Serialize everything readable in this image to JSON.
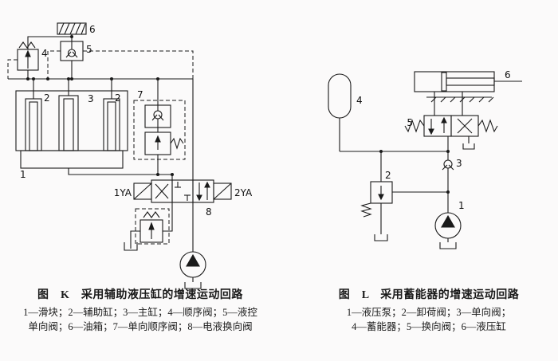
{
  "figure_k": {
    "title": "图　K　采用辅助液压缸的增速运动回路",
    "legend_line1": "1—滑块；2—辅助缸；3—主缸；4—顺序阀；5—液控",
    "legend_line2": "单向阀；6—油箱；7—单向顺序阀；8—电液换向阀",
    "labels": {
      "tank": "6",
      "pilot_check": "5",
      "sequence": "4",
      "aux_left": "2",
      "main": "3",
      "aux_right": "2",
      "oneway_seq": "7",
      "slider": "1",
      "sol_left": "1YA",
      "sol_right": "2YA",
      "dir_valve": "8"
    }
  },
  "figure_l": {
    "title": "图　L　采用蓄能器的增速运动回路",
    "legend_line1": "1—液压泵；2—卸荷阀；3—单向阀；",
    "legend_line2": "4—蓄能器；5—换向阀；6—液压缸",
    "labels": {
      "accumulator": "4",
      "cylinder": "6",
      "dir_valve": "5",
      "check": "3",
      "unload": "2",
      "pump": "1"
    }
  },
  "colors": {
    "line": "#1a1a1a",
    "background": "#fbfafa"
  }
}
